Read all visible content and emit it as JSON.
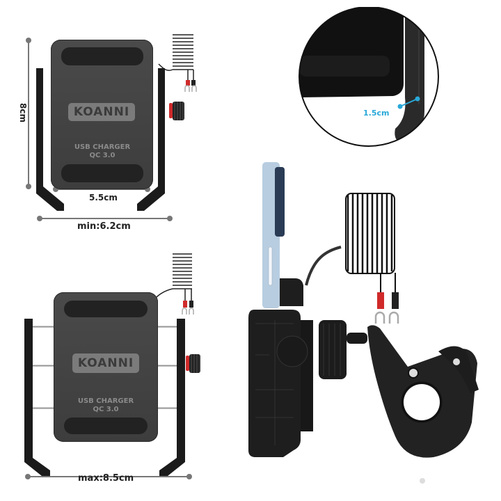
{
  "product": {
    "brand_logo": "KOANNI",
    "face_text_line1": "USB CHARGER",
    "face_text_line2": "QC 3.0"
  },
  "dimensions": {
    "height": "8cm",
    "inner_width": "5.5cm",
    "min_width": "min:6.2cm",
    "max_width": "max:8.5cm",
    "lip_depth": "1.5cm"
  },
  "colors": {
    "body": "#444444",
    "accent_blue": "#29a8d8",
    "red_ring": "#d02a2a",
    "dimension_line": "#666666"
  },
  "panels": [
    {
      "name": "front-view-min",
      "description": "Holder closed with dimension lines"
    },
    {
      "name": "lip-detail",
      "description": "Circular close-up of holder lip"
    },
    {
      "name": "front-view-max",
      "description": "Holder extended"
    },
    {
      "name": "side-view",
      "description": "Phone mounted with handlebar clamp and coiled power cable"
    }
  ]
}
